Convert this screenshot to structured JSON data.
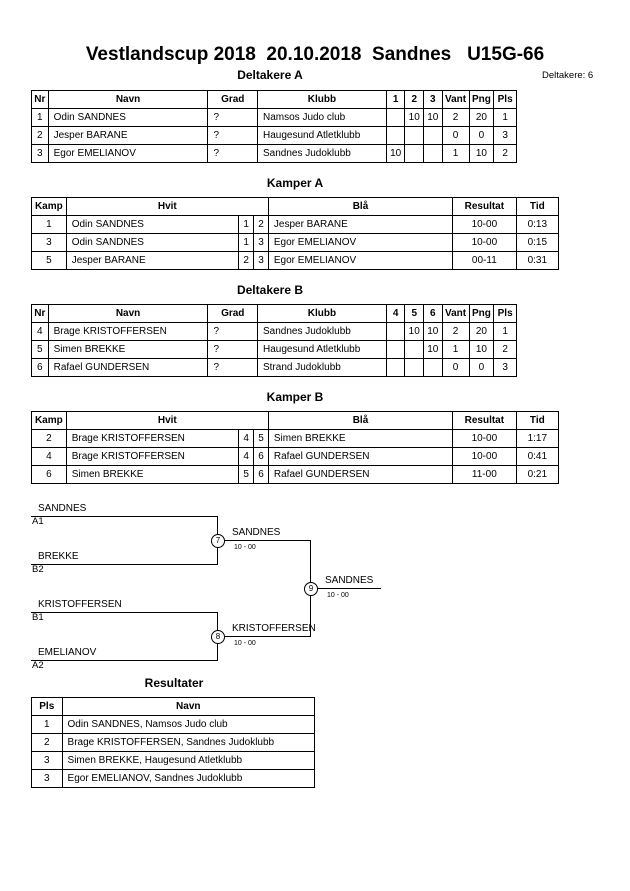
{
  "header": {
    "title": "Vestlandscup 2018  20.10.2018  Sandnes   U15G-66",
    "participants_count": "Deltakere: 6"
  },
  "pool_a": {
    "title": "Deltakere A",
    "columns": [
      "Nr",
      "Navn",
      "Grad",
      "Klubb",
      "1",
      "2",
      "3",
      "Vant",
      "Png",
      "Pls"
    ],
    "rows": [
      {
        "nr": "1",
        "name": "Odin SANDNES",
        "grad": "?",
        "club": "Namsos Judo club",
        "s1": "",
        "s2": "10",
        "s3": "10",
        "won": "2",
        "points": "20",
        "place": "1"
      },
      {
        "nr": "2",
        "name": "Jesper BARANE",
        "grad": "?",
        "club": "Haugesund Atletklubb",
        "s1": "",
        "s2": "",
        "s3": "",
        "won": "0",
        "points": "0",
        "place": "3"
      },
      {
        "nr": "3",
        "name": "Egor  EMELIANOV",
        "grad": "?",
        "club": "Sandnes Judoklubb",
        "s1": "10",
        "s2": "",
        "s3": "",
        "won": "1",
        "points": "10",
        "place": "2"
      }
    ]
  },
  "matches_a": {
    "title": "Kamper A",
    "columns": [
      "Kamp",
      "Hvit",
      "Blå",
      "Resultat",
      "Tid"
    ],
    "rows": [
      {
        "match": "1",
        "white": "Odin SANDNES",
        "wn": "1",
        "bn": "2",
        "blue": "Jesper BARANE",
        "result": "10-00",
        "time": "0:13"
      },
      {
        "match": "3",
        "white": "Odin SANDNES",
        "wn": "1",
        "bn": "3",
        "blue": "Egor  EMELIANOV",
        "result": "10-00",
        "time": "0:15"
      },
      {
        "match": "5",
        "white": "Jesper BARANE",
        "wn": "2",
        "bn": "3",
        "blue": "Egor  EMELIANOV",
        "result": "00-11",
        "time": "0:31"
      }
    ]
  },
  "pool_b": {
    "title": "Deltakere B",
    "columns": [
      "Nr",
      "Navn",
      "Grad",
      "Klubb",
      "4",
      "5",
      "6",
      "Vant",
      "Png",
      "Pls"
    ],
    "rows": [
      {
        "nr": "4",
        "name": "Brage KRISTOFFERSEN",
        "grad": "?",
        "club": "Sandnes Judoklubb",
        "s1": "",
        "s2": "10",
        "s3": "10",
        "won": "2",
        "points": "20",
        "place": "1"
      },
      {
        "nr": "5",
        "name": "Simen BREKKE",
        "grad": "?",
        "club": "Haugesund Atletklubb",
        "s1": "",
        "s2": "",
        "s3": "10",
        "won": "1",
        "points": "10",
        "place": "2"
      },
      {
        "nr": "6",
        "name": "Rafael GUNDERSEN",
        "grad": "?",
        "club": "Strand Judoklubb",
        "s1": "",
        "s2": "",
        "s3": "",
        "won": "0",
        "points": "0",
        "place": "3"
      }
    ]
  },
  "matches_b": {
    "title": "Kamper B",
    "columns": [
      "Kamp",
      "Hvit",
      "Blå",
      "Resultat",
      "Tid"
    ],
    "rows": [
      {
        "match": "2",
        "white": "Brage KRISTOFFERSEN",
        "wn": "4",
        "bn": "5",
        "blue": "Simen BREKKE",
        "result": "10-00",
        "time": "1:17"
      },
      {
        "match": "4",
        "white": "Brage KRISTOFFERSEN",
        "wn": "4",
        "bn": "6",
        "blue": "Rafael GUNDERSEN",
        "result": "10-00",
        "time": "0:41"
      },
      {
        "match": "6",
        "white": "Simen BREKKE",
        "wn": "5",
        "bn": "6",
        "blue": "Rafael GUNDERSEN",
        "result": "11-00",
        "time": "0:21"
      }
    ]
  },
  "bracket": {
    "sf1": {
      "top_name": "SANDNES",
      "top_pos": "A1",
      "bottom_name": "BREKKE",
      "bottom_pos": "B2",
      "match": "7",
      "winner": "SANDNES",
      "result": "10 - 00"
    },
    "sf2": {
      "top_name": "KRISTOFFERSEN",
      "top_pos": "B1",
      "bottom_name": "EMELIANOV",
      "bottom_pos": "A2",
      "match": "8",
      "winner": "KRISTOFFERSEN",
      "result": "10 - 00"
    },
    "final": {
      "match": "9",
      "winner": "SANDNES",
      "result": "10 - 00"
    }
  },
  "results": {
    "title": "Resultater",
    "columns": [
      "Pls",
      "Navn"
    ],
    "rows": [
      {
        "place": "1",
        "name": "Odin SANDNES, Namsos Judo club"
      },
      {
        "place": "2",
        "name": "Brage KRISTOFFERSEN, Sandnes Judoklubb"
      },
      {
        "place": "3",
        "name": "Simen BREKKE, Haugesund Atletklubb"
      },
      {
        "place": "3",
        "name": "Egor  EMELIANOV, Sandnes Judoklubb"
      }
    ]
  }
}
